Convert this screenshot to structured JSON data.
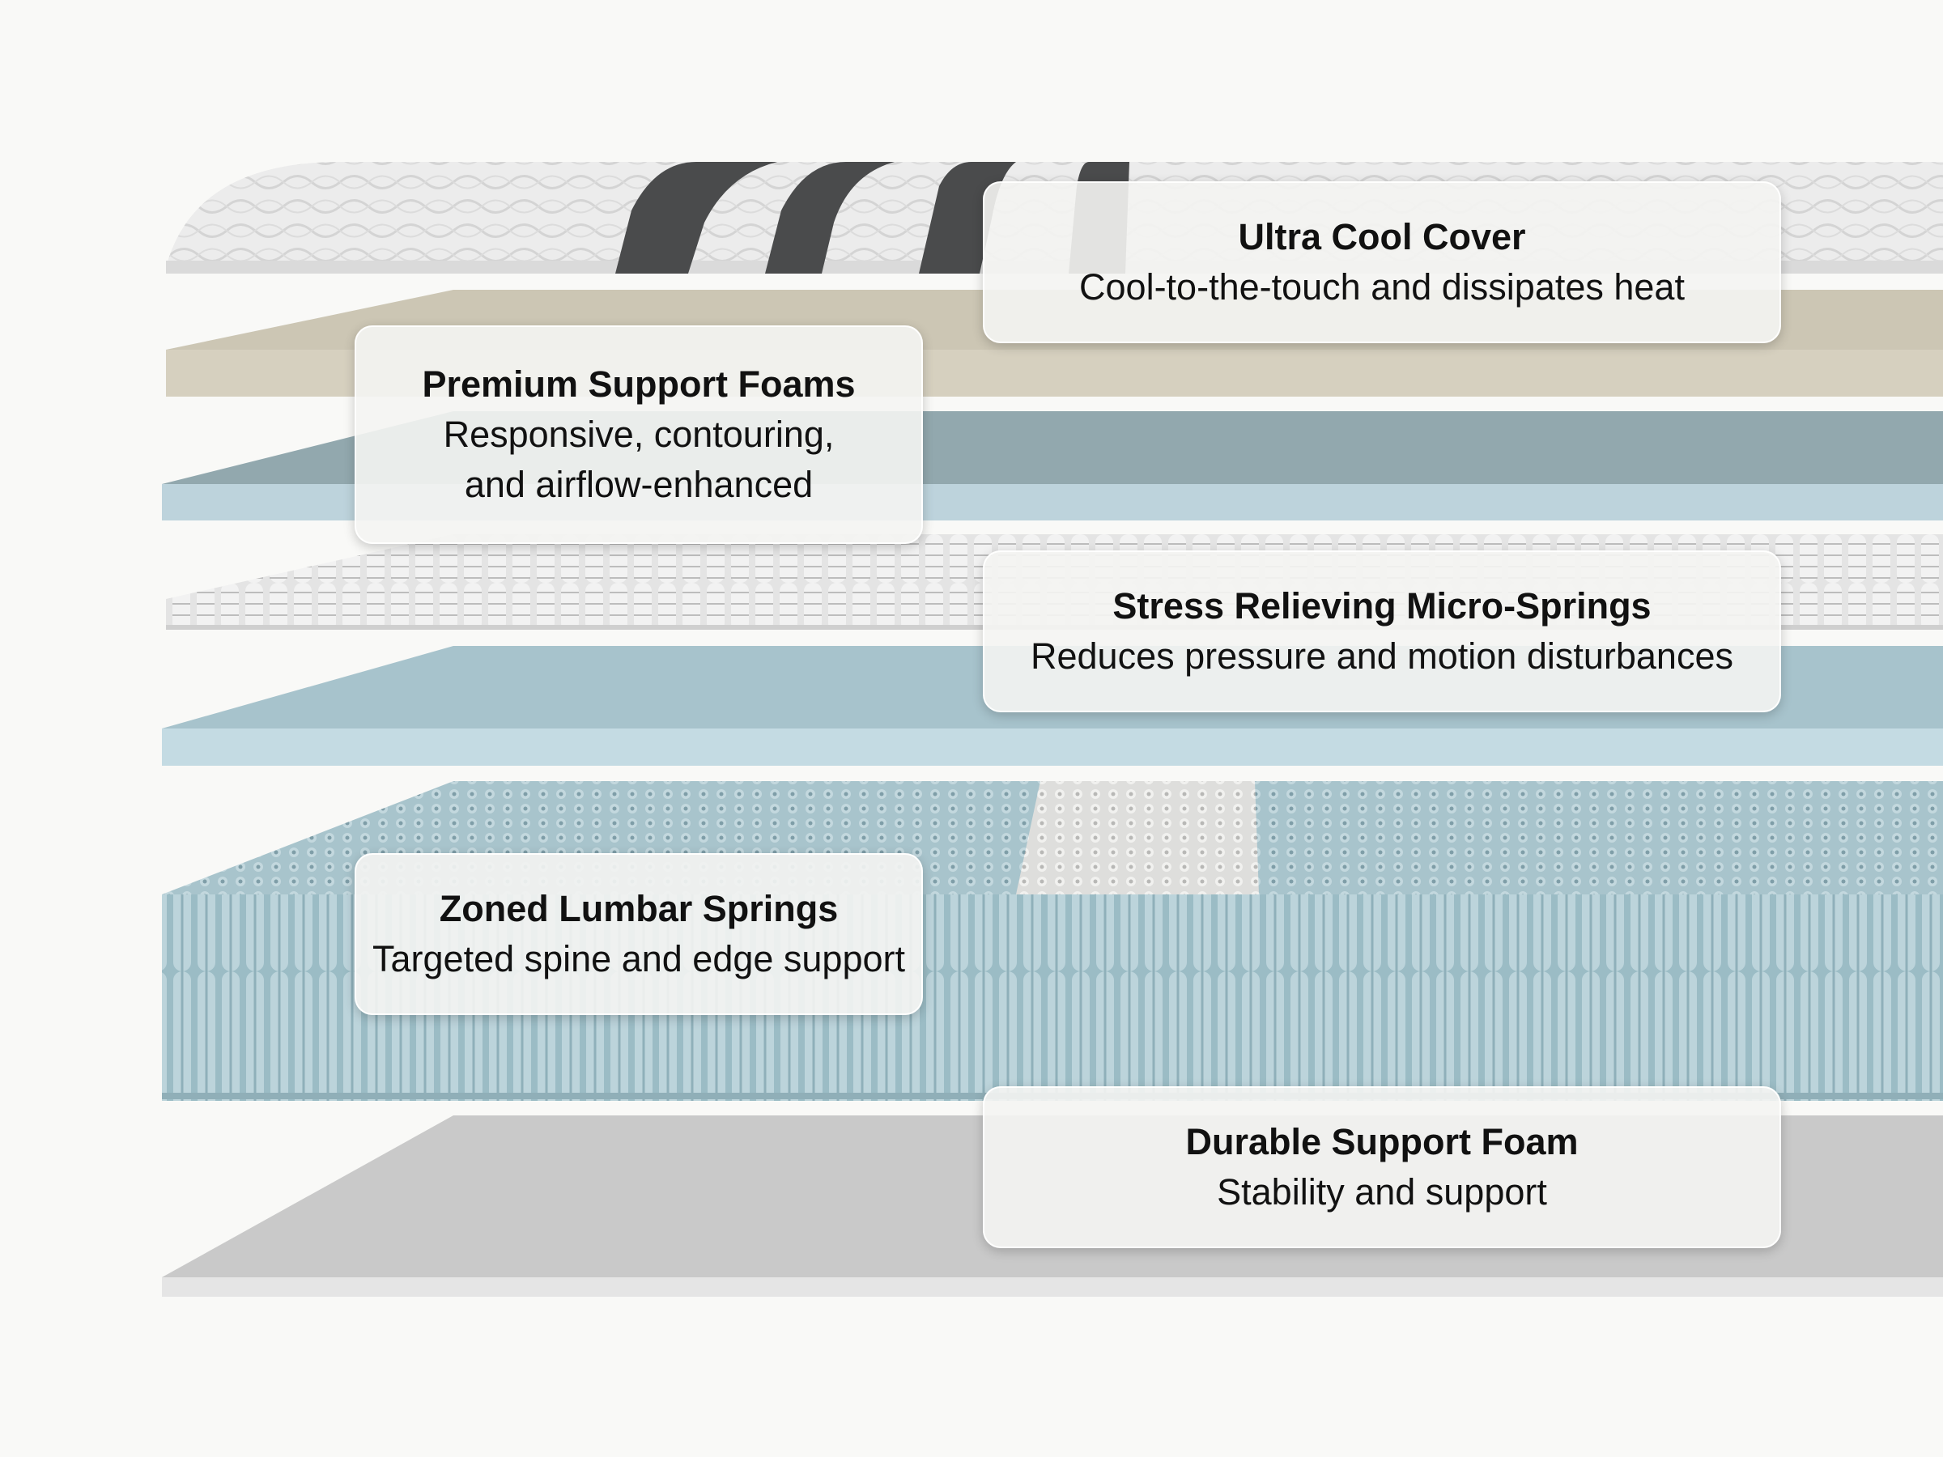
{
  "layers": [
    {
      "id": "cover",
      "title": "Ultra Cool Cover",
      "description": "Cool-to-the-touch and dissipates heat",
      "color": "#e9eaea",
      "stripe_color": "#4a4b4c"
    },
    {
      "id": "support-foams",
      "title": "Premium Support Foams",
      "description": "Responsive, contouring,\nand airflow-enhanced",
      "colors": [
        "#d6d0bf",
        "#bdd3dc"
      ]
    },
    {
      "id": "micro-springs",
      "title": "Stress Relieving Micro-Springs",
      "description": "Reduces pressure and motion disturbances",
      "color": "#dcdcdc"
    },
    {
      "id": "transition-foam",
      "color": "#c4dbe3"
    },
    {
      "id": "lumbar-springs",
      "title": "Zoned Lumbar Springs",
      "description": "Targeted spine and edge support",
      "color": "#a9c5cd",
      "zone_color": "#e2e2e0"
    },
    {
      "id": "base-foam",
      "title": "Durable Support Foam",
      "description": "Stability and support",
      "color": "#c9c9c9"
    }
  ],
  "colors": {
    "background": "#f9f9f7",
    "callout_bg": "#f4f4f2",
    "text": "#111111"
  }
}
